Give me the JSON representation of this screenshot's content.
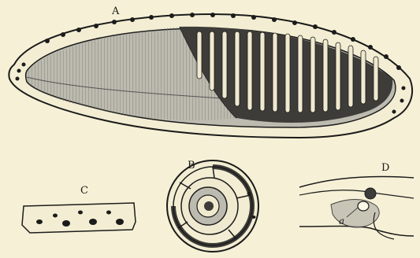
{
  "figure": {
    "labels": {
      "a_main": "A",
      "b_spiral": "B",
      "c_fragment": "C",
      "d_detail": "D",
      "d_pointer": "a"
    }
  }
}
